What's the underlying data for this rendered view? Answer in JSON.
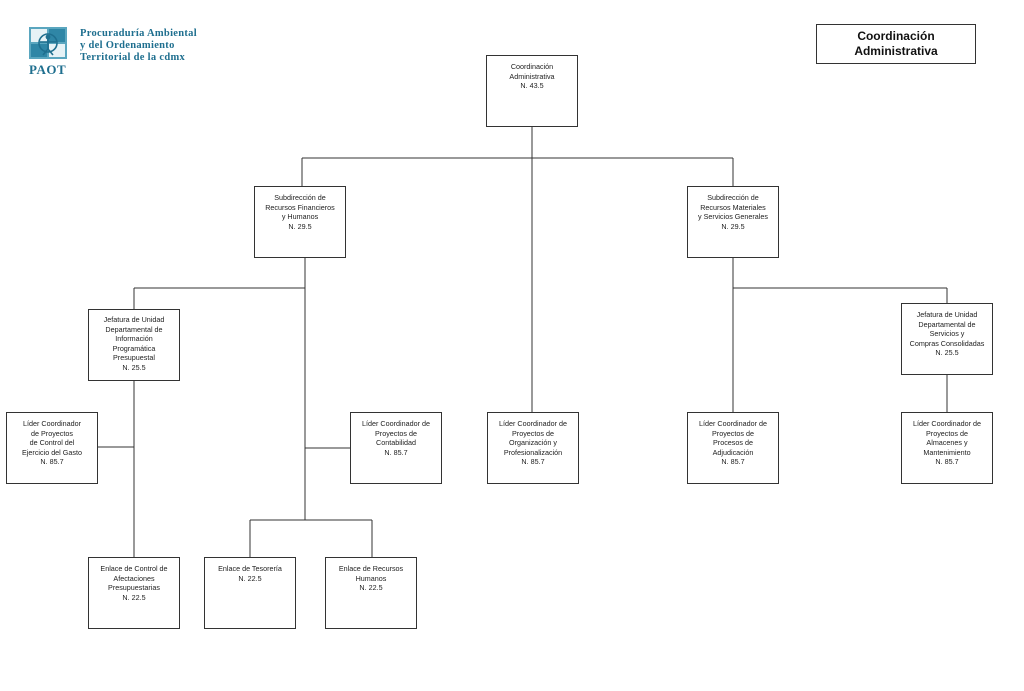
{
  "header": {
    "logo_lines": [
      "Procuraduría Ambiental",
      "y del Ordenamiento",
      "Territorial de la cdmx"
    ],
    "logo_acronym": "PAOT",
    "title": "Coordinación\nAdministrativa"
  },
  "colors": {
    "logo": "#1f6f8f",
    "line": "#333333"
  },
  "org": {
    "root": "Coordinación\nAdministrativa\nN. 43.5",
    "sub_financieros": "Subdirección de\nRecursos Financieros\ny Humanos\nN. 29.5",
    "sub_materiales": "Subdirección de\nRecursos Materiales\ny Servicios Generales\nN. 29.5",
    "jud_informacion": "Jefatura de Unidad\nDepartamental de\nInformación\nProgramática\nPresupuestal\nN. 25.5",
    "jud_servicios": "Jefatura de Unidad\nDepartamental de\nServicios y\nCompras Consolidadas\nN. 25.5",
    "lider_gasto": "Líder  Coordinador\nde Proyectos\nde Control del\nEjercicio del Gasto\nN. 85.7",
    "lider_contabilidad": "Líder  Coordinador de\nProyectos de\nContabilidad\nN. 85.7",
    "lider_organizacion": "Líder Coordinador de\nProyectos de\nOrganización y\nProfesionalización\nN. 85.7",
    "lider_adjudicacion": "Líder  Coordinador de\nProyectos de\nProcesos de\nAdjudicación\nN. 85.7",
    "lider_almacenes": "Líder  Coordinador de\nProyectos de\nAlmacenes y\nMantenimiento\nN. 85.7",
    "enlace_afectaciones": "Enlace  de Control de\nAfectaciones\nPresupuestarias\nN. 22.5",
    "enlace_tesoreria": "Enlace de Tesorería\nN. 22.5",
    "enlace_humanos": "Enlace de  Recursos\nHumanos\nN. 22.5"
  }
}
